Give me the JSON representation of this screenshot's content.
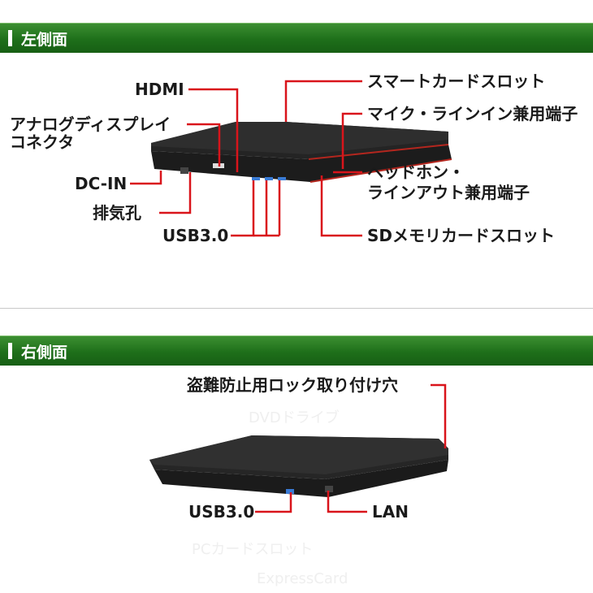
{
  "left_side": {
    "title": "左側面",
    "labels": {
      "hdmi": "HDMI",
      "smartcard": "スマートカードスロット",
      "mic": "マイク・ラインイン兼用端子",
      "analog_line1": "アナログディスプレイ",
      "analog_line2": "コネクタ",
      "dcin": "DC-IN",
      "headphone_line1": "ヘッドホン・",
      "headphone_line2": "ラインアウト兼用端子",
      "exhaust": "排気孔",
      "usb": "USB3.0",
      "sd": "SDメモリカードスロット"
    }
  },
  "right_side": {
    "title": "右側面",
    "labels": {
      "lock": "盗難防止用ロック取り付け穴",
      "usb": "USB3.0",
      "lan": "LAN"
    },
    "faint_labels": [
      "DVDドライブ",
      "PCカードスロット",
      "ExpressCard"
    ]
  },
  "colors": {
    "leader_line": "#d9141b",
    "header_green": "#1e6f1a",
    "laptop_body": "#2a2a2a"
  }
}
